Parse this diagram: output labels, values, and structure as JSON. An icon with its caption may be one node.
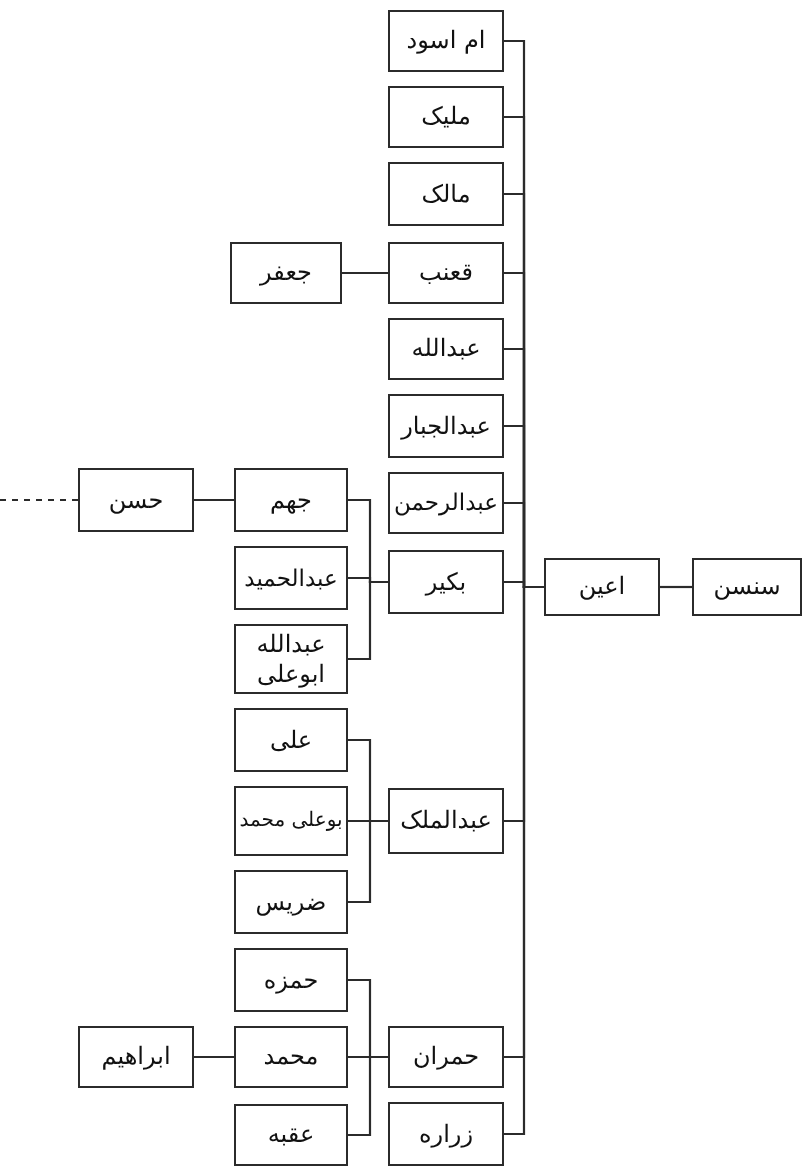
{
  "diagram": {
    "nodes": [
      {
        "text": [
          "سنسن"
        ]
      },
      {
        "text": [
          "اعین"
        ]
      },
      {
        "text": [
          "ام اسود"
        ]
      },
      {
        "text": [
          "ملیک"
        ]
      },
      {
        "text": [
          "مالک"
        ]
      },
      {
        "text": [
          "قعنب"
        ]
      },
      {
        "text": [
          "جعفر"
        ]
      },
      {
        "text": [
          "عبدالله"
        ]
      },
      {
        "text": [
          "عبدالجبار"
        ]
      },
      {
        "text": [
          "عبدالرحمن"
        ]
      },
      {
        "text": [
          "بکیر"
        ]
      },
      {
        "text": [
          "جهم"
        ]
      },
      {
        "text": [
          "حسن"
        ]
      },
      {
        "text": [
          "عبدالحمید"
        ]
      },
      {
        "text": [
          "عبدالله ابوعلی"
        ]
      },
      {
        "text": [
          "عبدالملک"
        ]
      },
      {
        "text": [
          "علی"
        ]
      },
      {
        "text": [
          "بوعلی محمد"
        ]
      },
      {
        "text": [
          "ضریس"
        ]
      },
      {
        "text": [
          "حمران"
        ]
      },
      {
        "text": [
          "حمزه"
        ]
      },
      {
        "text": [
          "محمد"
        ]
      },
      {
        "text": [
          "ابراهیم"
        ]
      },
      {
        "text": [
          "عقبه"
        ]
      },
      {
        "text": [
          "زراره"
        ]
      }
    ],
    "edges": [
      {
        "from": 0,
        "to": 1,
        "arrow": "none"
      },
      {
        "from": 1,
        "to": 2,
        "arrow": "none"
      },
      {
        "from": 1,
        "to": 3,
        "arrow": "none"
      },
      {
        "from": 1,
        "to": 4,
        "arrow": "none"
      },
      {
        "from": 1,
        "to": 5,
        "arrow": "none"
      },
      {
        "from": 1,
        "to": 7,
        "arrow": "none"
      },
      {
        "from": 1,
        "to": 8,
        "arrow": "none"
      },
      {
        "from": 1,
        "to": 9,
        "arrow": "none"
      },
      {
        "from": 1,
        "to": 10,
        "arrow": "none"
      },
      {
        "from": 1,
        "to": 15,
        "arrow": "none"
      },
      {
        "from": 1,
        "to": 19,
        "arrow": "none"
      },
      {
        "from": 1,
        "to": 24,
        "arrow": "none"
      },
      {
        "from": 5,
        "to": 6,
        "arrow": "none"
      },
      {
        "from": 10,
        "to": 11,
        "arrow": "none"
      },
      {
        "from": 10,
        "to": 13,
        "arrow": "none"
      },
      {
        "from": 10,
        "to": 14,
        "arrow": "none"
      },
      {
        "from": 11,
        "to": 12,
        "arrow": "none"
      },
      {
        "from": 12,
        "to": null,
        "arrow": "none",
        "style": "dashed"
      },
      {
        "from": 15,
        "to": 16,
        "arrow": "none"
      },
      {
        "from": 15,
        "to": 17,
        "arrow": "none"
      },
      {
        "from": 15,
        "to": 18,
        "arrow": "none"
      },
      {
        "from": 19,
        "to": 20,
        "arrow": "none"
      },
      {
        "from": 19,
        "to": 21,
        "arrow": "none"
      },
      {
        "from": 19,
        "to": 23,
        "arrow": "none"
      },
      {
        "from": 21,
        "to": 22,
        "arrow": "none"
      }
    ]
  }
}
